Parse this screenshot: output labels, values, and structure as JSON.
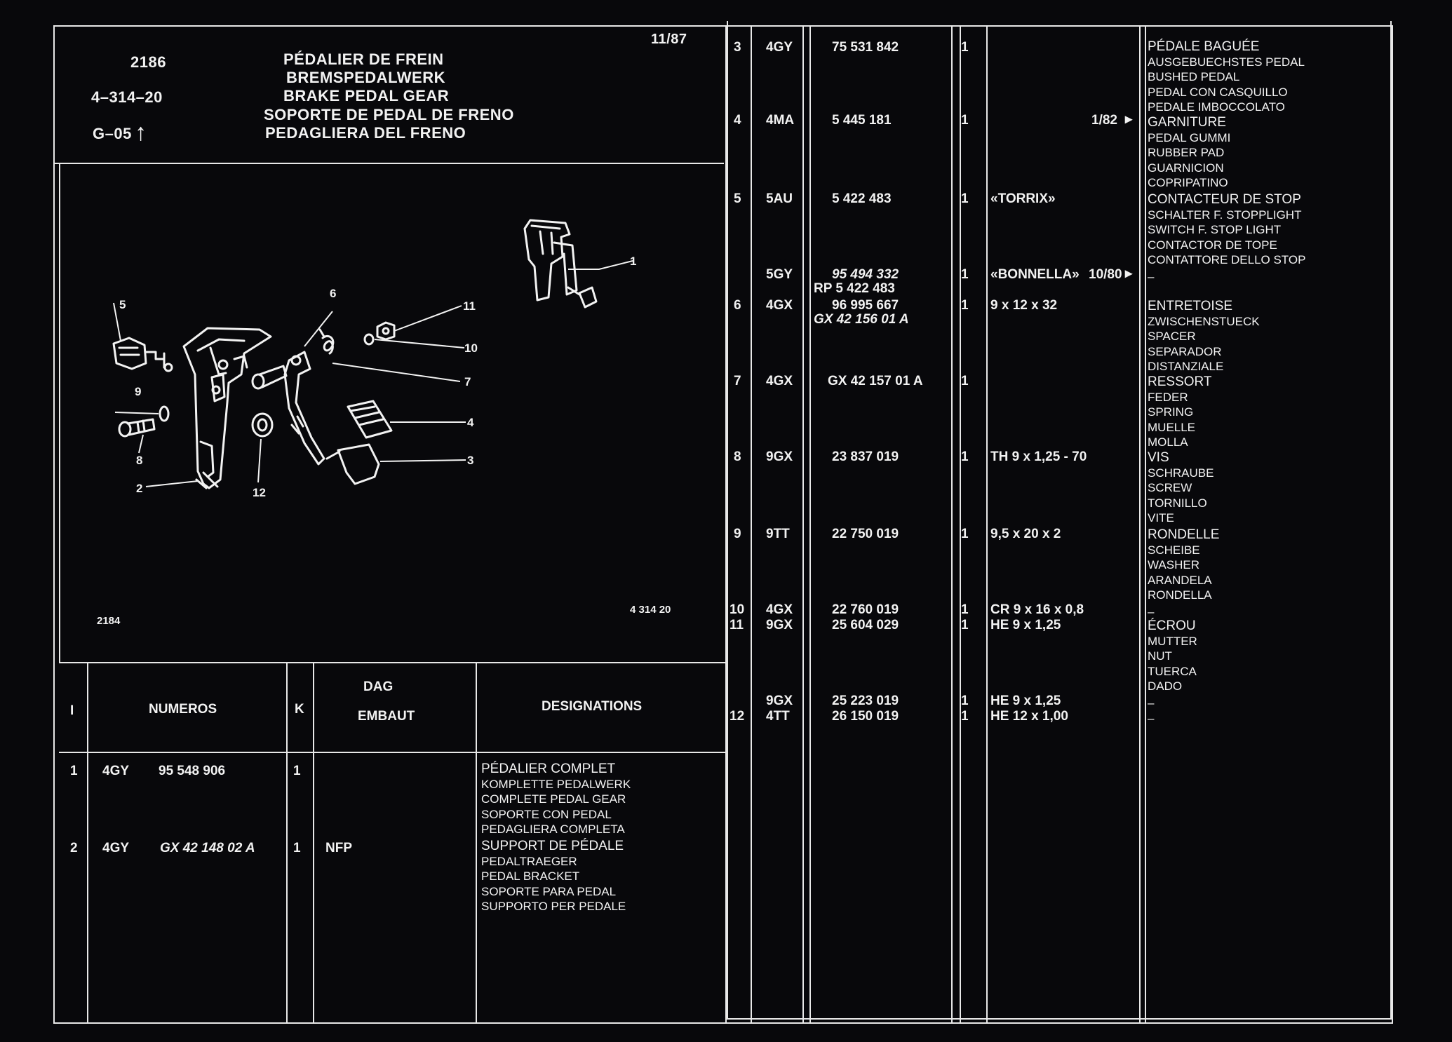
{
  "header": {
    "page_no": "2186",
    "ref": "4–314–20",
    "group": "G–05",
    "group_arrow": "↑",
    "date": "11/87",
    "titles": [
      "PÉDALIER DE FREIN",
      "BREMSPEDALWERK",
      "BRAKE PEDAL GEAR",
      "SOPORTE DE PEDAL DE FRENO",
      "PEDAGLIERA DEL FRENO"
    ]
  },
  "diagram": {
    "number": "2184",
    "ref": "4 314 20",
    "callouts": [
      "1",
      "2",
      "3",
      "4",
      "5",
      "6",
      "7",
      "8",
      "9",
      "10",
      "11",
      "12"
    ]
  },
  "table_head": {
    "col_i": "I",
    "col_numeros": "NUMEROS",
    "col_k": "K",
    "col_dag": "DAG",
    "col_embaut": "EMBAUT",
    "col_designations": "DESIGNATIONS"
  },
  "left_rows": [
    {
      "i": "1",
      "code": "4GY",
      "number": "95 548 906",
      "k": "1",
      "embaut": "",
      "designations": [
        "PÉDALIER COMPLET",
        "KOMPLETTE PEDALWERK",
        "COMPLETE PEDAL GEAR",
        "SOPORTE CON PEDAL",
        "PEDAGLIERA COMPLETA"
      ]
    },
    {
      "i": "2",
      "code": "4GY",
      "number": "GX 42 148 02 A",
      "k": "1",
      "embaut": "NFP",
      "designations": [
        "SUPPORT DE PÉDALE",
        "PEDALTRAEGER",
        "PEDAL BRACKET",
        "SOPORTE PARA PEDAL",
        "SUPPORTO PER PEDALE"
      ]
    }
  ],
  "right_rows": [
    {
      "i": "3",
      "code": "4GY",
      "number": "75 531 842",
      "k": "1",
      "spec": "",
      "date": ""
    },
    {
      "i": "4",
      "code": "4MA",
      "number": "5 445 181",
      "k": "1",
      "spec": "",
      "date": "1/82"
    },
    {
      "i": "5",
      "code": "5AU",
      "number": "5 422 483",
      "k": "1",
      "spec": "«TORRIX»",
      "date": ""
    },
    {
      "i": "",
      "code": "5GY",
      "number": "95 494 332",
      "number2": "RP 5 422 483",
      "k": "1",
      "spec": "«BONNELLA»",
      "date": "10/80"
    },
    {
      "i": "6",
      "code": "4GX",
      "number": "96 995 667",
      "number2": "GX 42 156 01 A",
      "k": "1",
      "spec": "9 x 12 x 32",
      "date": ""
    },
    {
      "i": "7",
      "code": "4GX",
      "number": "GX 42 157 01 A",
      "k": "1",
      "spec": "",
      "date": ""
    },
    {
      "i": "8",
      "code": "9GX",
      "number": "23 837 019",
      "k": "1",
      "spec": "TH 9 x 1,25 - 70",
      "date": ""
    },
    {
      "i": "9",
      "code": "9TT",
      "number": "22 750 019",
      "k": "1",
      "spec": "9,5 x 20 x 2",
      "date": ""
    },
    {
      "i": "10",
      "code": "4GX",
      "number": "22 760 019",
      "k": "1",
      "spec": "CR 9 x 16 x 0,8",
      "date": ""
    },
    {
      "i": "11",
      "code": "9GX",
      "number": "25 604 029",
      "k": "1",
      "spec": "HE 9 x 1,25",
      "date": ""
    },
    {
      "i": "",
      "code": "9GX",
      "number": "25 223 019",
      "k": "1",
      "spec": "HE 9 x 1,25",
      "date": ""
    },
    {
      "i": "12",
      "code": "4TT",
      "number": "26 150 019",
      "k": "1",
      "spec": "HE 12 x 1,00",
      "date": ""
    }
  ],
  "designations_right": [
    [
      "PÉDALE BAGUÉE",
      "AUSGEBUECHSTES PEDAL",
      "BUSHED PEDAL",
      "PEDAL CON CASQUILLO",
      "PEDALE IMBOCCOLATO"
    ],
    [
      "GARNITURE",
      "PEDAL GUMMI",
      "RUBBER PAD",
      "GUARNICION",
      "COPRIPATINO"
    ],
    [
      "CONTACTEUR DE STOP",
      "SCHALTER F. STOPPLIGHT",
      "SWITCH F. STOP LIGHT",
      "CONTACTOR DE TOPE",
      "CONTATTORE DELLO STOP"
    ],
    [
      "–"
    ],
    [
      "ENTRETOISE",
      "ZWISCHENSTUECK",
      "SPACER",
      "SEPARADOR",
      "DISTANZIALE"
    ],
    [
      "RESSORT",
      "FEDER",
      "SPRING",
      "MUELLE",
      "MOLLA"
    ],
    [
      "VIS",
      "SCHRAUBE",
      "SCREW",
      "TORNILLO",
      "VITE"
    ],
    [
      "RONDELLE",
      "SCHEIBE",
      "WASHER",
      "ARANDELA",
      "RONDELLA"
    ],
    [
      "–"
    ],
    [
      "ÉCROU",
      "MUTTER",
      "NUT",
      "TUERCA",
      "DADO"
    ],
    [
      "–"
    ],
    [
      "–"
    ]
  ],
  "arrow_glyph": "▸",
  "colors": {
    "background": "#08080b",
    "lines": "#e8e8e8",
    "text": "#f2f2f2"
  }
}
